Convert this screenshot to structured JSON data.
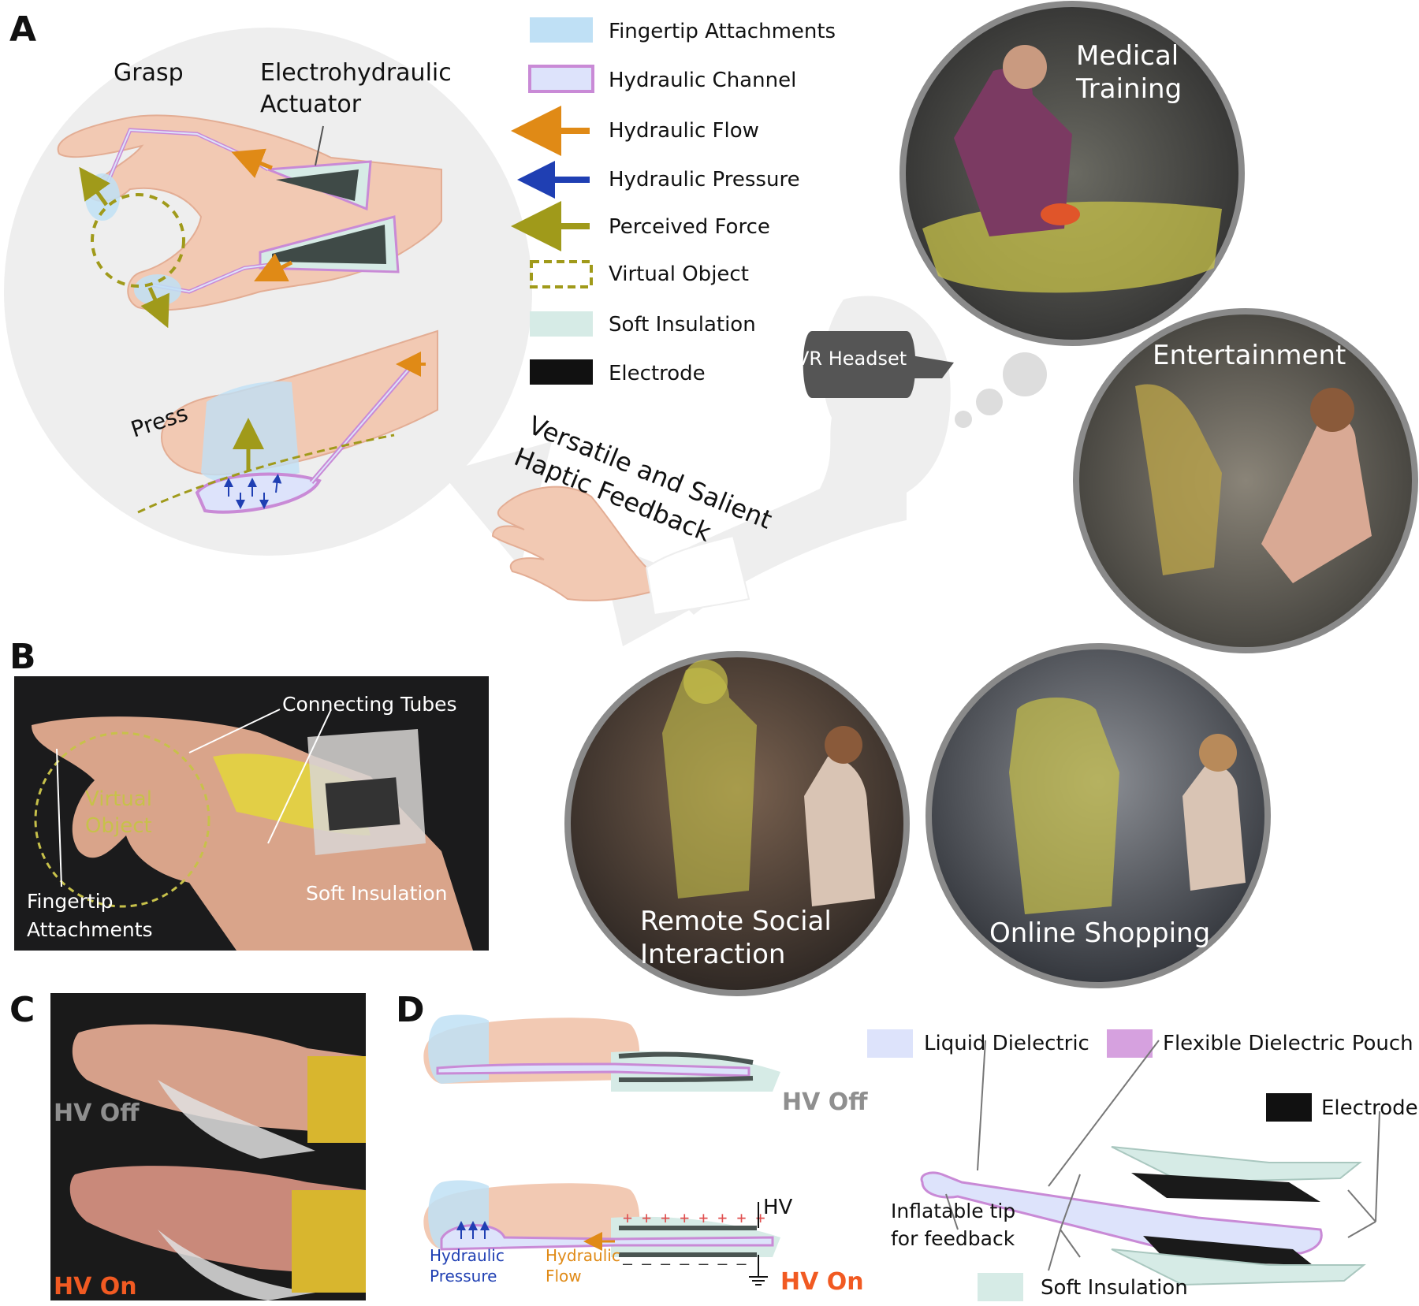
{
  "panels": {
    "a": "A",
    "b": "B",
    "c": "C",
    "d": "D"
  },
  "panel_a": {
    "grasp": "Grasp",
    "actuator_line1": "Electrohydraulic",
    "actuator_line2": "Actuator",
    "press": "Press",
    "headset": "VR Headset",
    "feedback_line1": "Versatile and Salient",
    "feedback_line2": "Haptic Feedback"
  },
  "legend": [
    {
      "label": "Fingertip Attachments",
      "color": "#bfe0f5"
    },
    {
      "label": "Hydraulic Channel",
      "color": "#dde3fb"
    },
    {
      "label": "Hydraulic Flow",
      "color": "#e08a16"
    },
    {
      "label": "Hydraulic Pressure",
      "color": "#1f3fb3"
    },
    {
      "label": "Perceived Force",
      "color": "#a09a1a"
    },
    {
      "label": "Virtual Object",
      "color": "#a09a1a"
    },
    {
      "label": "Soft Insulation",
      "color": "#d6ebe6"
    },
    {
      "label": "Electrode",
      "color": "#111111"
    }
  ],
  "scenes": {
    "medical_line1": "Medical",
    "medical_line2": "Training",
    "entertainment": "Entertainment",
    "social_line1": "Remote Social",
    "social_line2": "Interaction",
    "shopping": "Online Shopping"
  },
  "panel_b": {
    "tubes": "Connecting Tubes",
    "virtual_line1": "Virtual",
    "virtual_line2": "Object",
    "fingertip_line1": "Fingertip",
    "fingertip_line2": "Attachments",
    "insulation": "Soft Insulation"
  },
  "panel_c": {
    "off": "HV Off",
    "on": "HV On"
  },
  "panel_d": {
    "off": "HV Off",
    "on": "HV On",
    "hv": "HV",
    "pressure_line1": "Hydraulic",
    "pressure_line2": "Pressure",
    "flow_line1": "Hydraulic",
    "flow_line2": "Flow",
    "liquid": "Liquid Dielectric",
    "pouch": "Flexible Dielectric Pouch",
    "electrode": "Electrode",
    "tip_line1": "Inflatable tip",
    "tip_line2": "for feedback",
    "insulation": "Soft Insulation"
  },
  "colors": {
    "skin": "#f2c9b3",
    "skin_dark": "#e3ad94",
    "bubble": "#eeeeee",
    "channel": "#c98ad6",
    "orange": "#f15a22",
    "olive": "#a09a1a"
  }
}
